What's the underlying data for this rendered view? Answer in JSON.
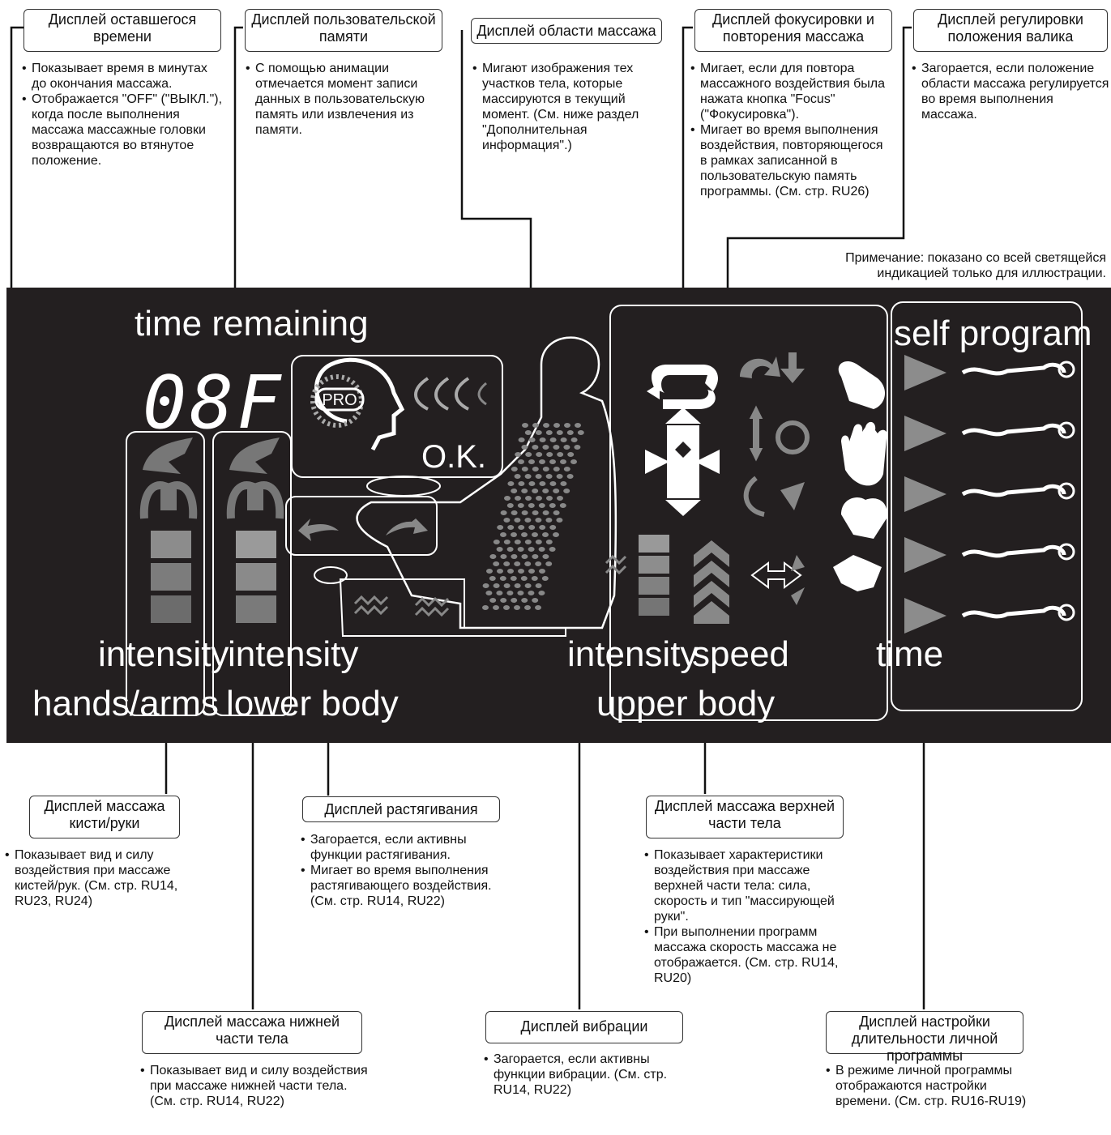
{
  "colors": {
    "panel": "#231f20",
    "lcd_white": "#ffffff",
    "lcd_gray": "#8c8c8c",
    "lcd_dark_gray": "#6f6f6f"
  },
  "note": "Примечание: показано со всей светящейся индикацией только для иллюстрации.",
  "display": {
    "time_remaining_label": "time remaining",
    "time_digits": "08F",
    "pro_text": "PRO",
    "ok_text": "O.K.",
    "self_program_label": "self program",
    "intensity_hands": "intensity",
    "hands_arms": "hands/arms",
    "intensity_lower": "intensity",
    "lower_body": "lower body",
    "intensity_upper": "intensity",
    "speed": "speed",
    "upper_body": "upper body",
    "time": "time"
  },
  "callouts_top": [
    {
      "title": "Дисплей оставшегося времени",
      "bullets": [
        "Показывает время в минутах до окончания массажа.",
        "Отображается \"OFF\" (\"ВЫКЛ.\"), когда после выполнения массажа массажные головки возвращаются во втянутое положение."
      ]
    },
    {
      "title": "Дисплей пользовательской памяти",
      "bullets": [
        "С помощью анимации отмечается момент записи данных в пользовательскую память или извлечения из памяти."
      ]
    },
    {
      "title": "Дисплей области массажа",
      "bullets": [
        "Мигают изображения тех участков тела, которые массируются в текущий момент. (См. ниже раздел \"Дополнительная информация\".)"
      ]
    },
    {
      "title": "Дисплей фокусировки и повторения массажа",
      "bullets": [
        "Мигает, если для повтора массажного воздействия была нажата кнопка \"Focus\" (\"Фокусировка\").",
        "Мигает во время выполнения воздействия, повторяющегося в рамках записанной в пользовательскую память программы. (См. стр. RU26)"
      ]
    },
    {
      "title": "Дисплей регулировки положения валика",
      "bullets": [
        "Загорается, если положение области массажа регулируется во время выполнения массажа."
      ]
    }
  ],
  "callouts_bottom": [
    {
      "title": "Дисплей массажа кисти/руки",
      "bullets": [
        "Показывает вид и силу воздействия при массаже кистей/рук. (См. стр. RU14, RU23, RU24)"
      ]
    },
    {
      "title": "Дисплей растягивания",
      "bullets": [
        "Загорается, если активны функции растягивания.",
        "Мигает во время выполнения растягивающего воздействия. (См. стр. RU14, RU22)"
      ]
    },
    {
      "title": "Дисплей массажа верхней части тела",
      "bullets": [
        "Показывает характеристики воздействия при массаже верхней части тела: сила, скорость и тип \"массирующей руки\".",
        "При выполнении программ массажа скорость массажа не отображается. (См. стр. RU14, RU20)"
      ]
    },
    {
      "title": "Дисплей массажа нижней части тела",
      "bullets": [
        "Показывает вид и силу воздействия при массаже нижней части тела. (См. стр. RU14, RU22)"
      ]
    },
    {
      "title": "Дисплей вибрации",
      "bullets": [
        "Загорается, если активны функции вибрации. (См. стр. RU14, RU22)"
      ]
    },
    {
      "title": "Дисплей настройки длительности личной программы",
      "bullets": [
        "В режиме личной программы отображаются настройки времени. (См. стр. RU16-RU19)"
      ]
    }
  ]
}
